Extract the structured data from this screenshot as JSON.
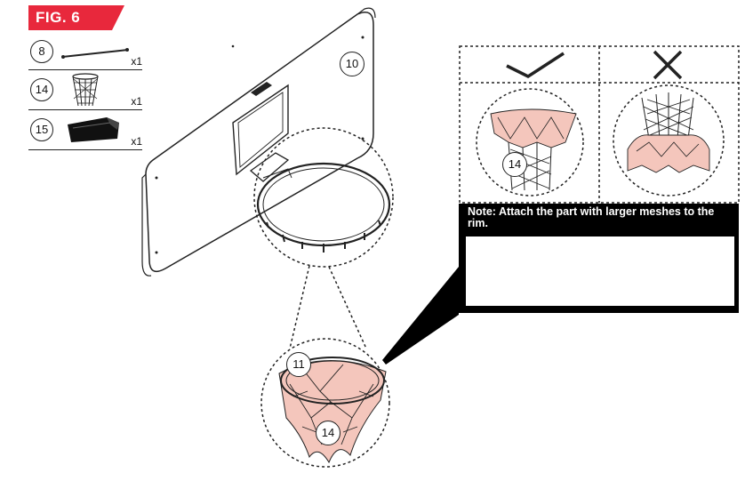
{
  "figure": {
    "label": "FIG. 6",
    "accent_color": "#e8283c"
  },
  "parts": [
    {
      "number": "8",
      "quantity": "x1",
      "icon": "pole-rod-icon"
    },
    {
      "number": "14",
      "quantity": "x1",
      "icon": "net-icon"
    },
    {
      "number": "15",
      "quantity": "x1",
      "icon": "clip-pack-icon"
    }
  ],
  "callouts": {
    "backboard": "10",
    "rim": "11",
    "net_bottom": "14",
    "net_correct": "14"
  },
  "comparison": {
    "correct_icon": "checkmark-icon",
    "wrong_icon": "cross-icon",
    "net_fill_color": "#f4c6bc"
  },
  "note": {
    "text": "Note: Attach the part with larger meshes to the rim."
  }
}
